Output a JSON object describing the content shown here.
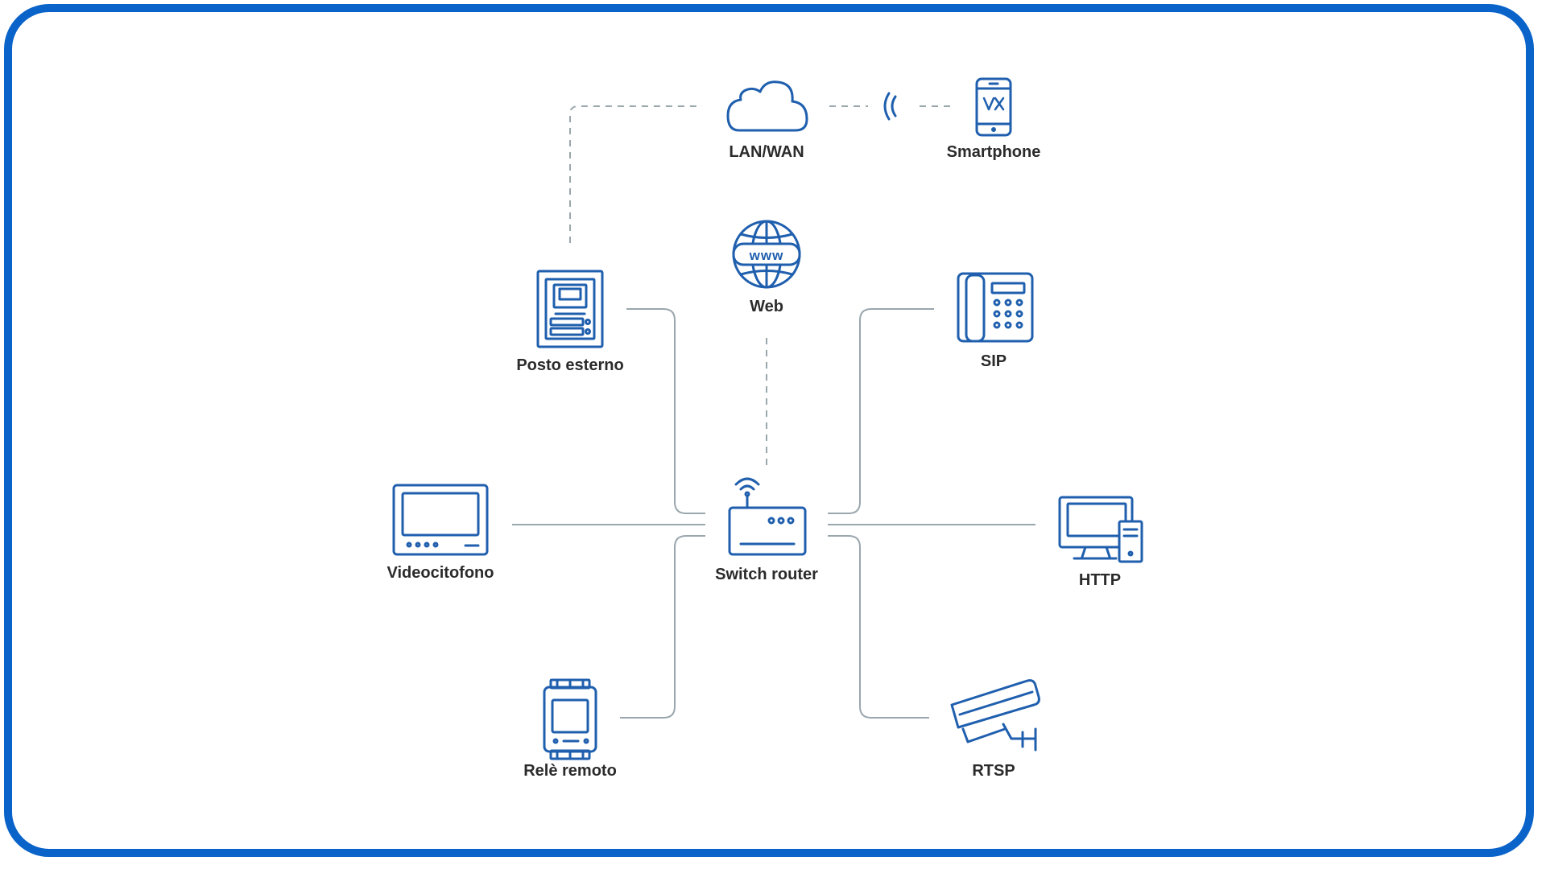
{
  "diagram": {
    "accent_color": "#1f5fae",
    "border_color": "#0a63c9",
    "line_color": "#9aa7ad",
    "nodes": {
      "lan_wan": {
        "label": "LAN/WAN",
        "icon": "cloud-icon"
      },
      "smartphone": {
        "label": "Smartphone",
        "icon": "smartphone-icon"
      },
      "web": {
        "label": "Web",
        "icon": "globe-www-icon"
      },
      "posto_esterno": {
        "label": "Posto esterno",
        "icon": "door-intercom-panel-icon"
      },
      "sip": {
        "label": "SIP",
        "icon": "desk-phone-icon"
      },
      "videocitofono": {
        "label": "Videocitofono",
        "icon": "video-monitor-icon"
      },
      "switch_router": {
        "label": "Switch router",
        "icon": "wifi-router-icon"
      },
      "http": {
        "label": "HTTP",
        "icon": "desktop-computer-icon"
      },
      "rele_remoto": {
        "label": "Relè remoto",
        "icon": "relay-module-icon"
      },
      "rtsp": {
        "label": "RTSP",
        "icon": "security-camera-icon"
      }
    },
    "connections": [
      {
        "from": "Posto esterno",
        "to": "LAN/WAN",
        "style": "dashed"
      },
      {
        "from": "LAN/WAN",
        "to": "Smartphone",
        "style": "dashed",
        "via": "wireless"
      },
      {
        "from": "Web",
        "to": "Switch router",
        "style": "dashed"
      },
      {
        "from": "Posto esterno",
        "to": "Switch router",
        "style": "solid"
      },
      {
        "from": "Videocitofono",
        "to": "Switch router",
        "style": "solid"
      },
      {
        "from": "Relè remoto",
        "to": "Switch router",
        "style": "solid"
      },
      {
        "from": "Switch router",
        "to": "SIP",
        "style": "solid"
      },
      {
        "from": "Switch router",
        "to": "HTTP",
        "style": "solid"
      },
      {
        "from": "Switch router",
        "to": "RTSP",
        "style": "solid"
      }
    ]
  }
}
